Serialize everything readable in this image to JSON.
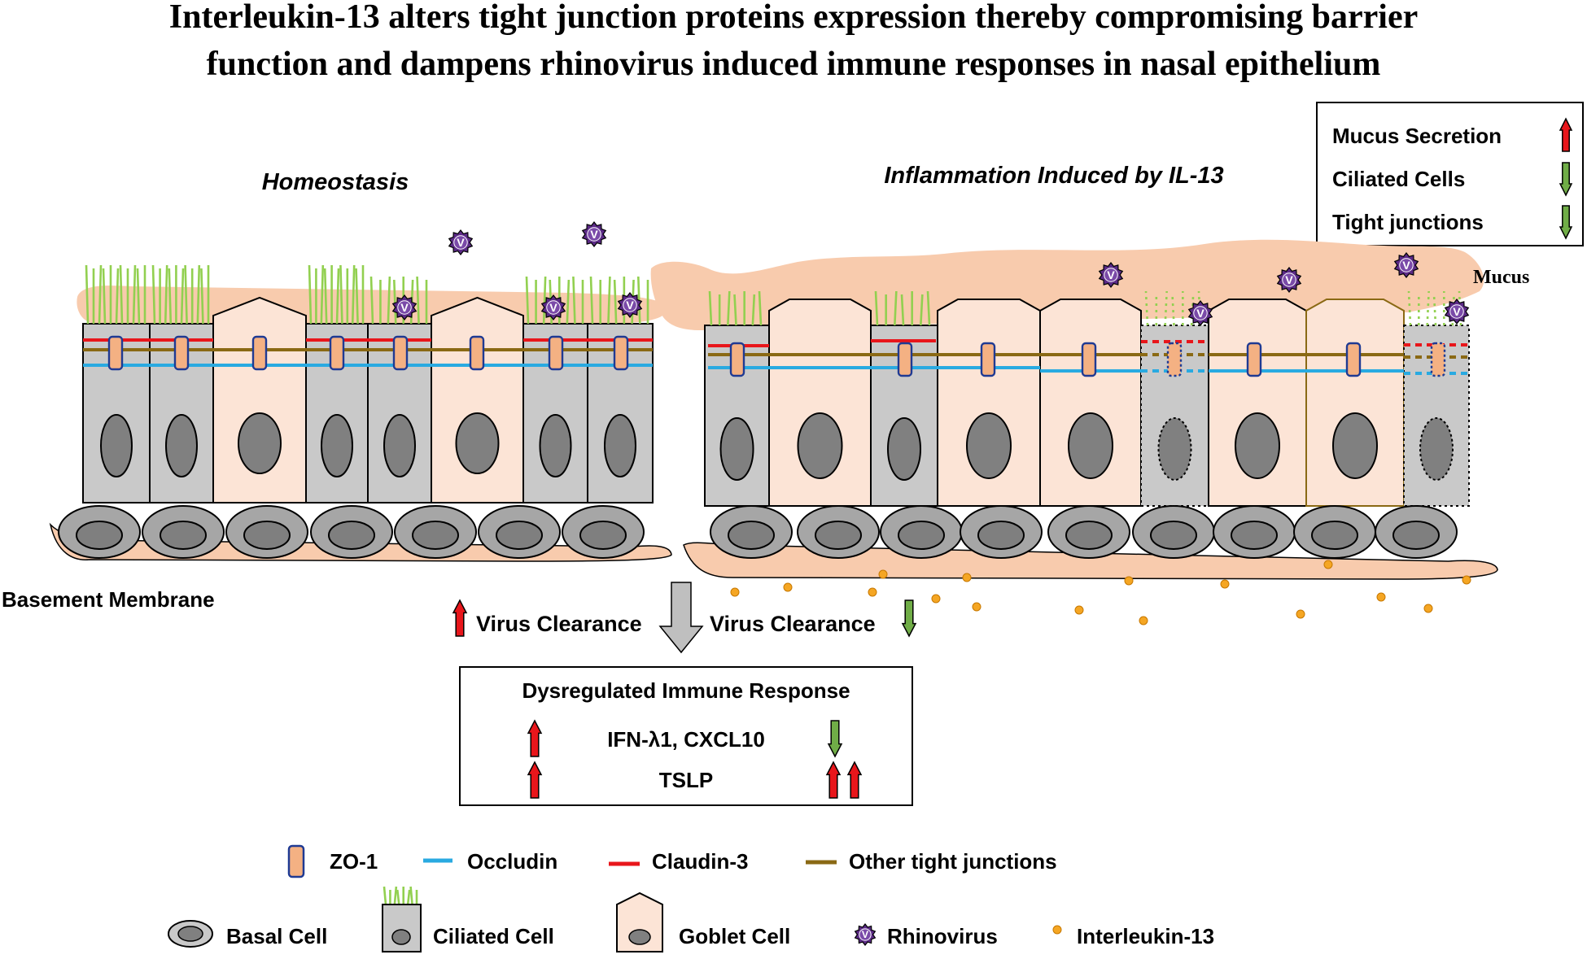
{
  "title_lines": [
    "Interleukin-13 alters tight junction proteins expression thereby compromising barrier",
    "function and dampens rhinovirus induced immune responses in nasal epithelium"
  ],
  "panels": {
    "left_label": "Homeostasis",
    "right_label": "Inflammation Induced by IL-13"
  },
  "effects_box": [
    {
      "label": "Mucus Secretion",
      "direction": "up"
    },
    {
      "label": "Ciliated Cells",
      "direction": "down"
    },
    {
      "label": "Tight junctions",
      "direction": "down"
    }
  ],
  "labels": {
    "mucus": "Mucus",
    "basement_membrane": "Basement Membrane",
    "virus_clearance_left": "Virus Clearance",
    "virus_clearance_right": "Virus Clearance",
    "virus_letter": "V"
  },
  "immune_box": {
    "title": "Dysregulated Immune Response",
    "rows": [
      {
        "label": "IFN-λ1, CXCL10",
        "left": "up",
        "right": "down"
      },
      {
        "label": "TSLP",
        "left": "up",
        "right": "double-up"
      }
    ]
  },
  "legend": {
    "row1": [
      "ZO-1",
      "Occludin",
      "Claudin-3",
      "Other tight junctions"
    ],
    "row2": [
      "Basal Cell",
      "Ciliated Cell",
      "Goblet Cell",
      "Rhinovirus",
      "Interleukin-13"
    ]
  },
  "colors": {
    "occludin": "#29aae1",
    "claudin3": "#e8161b",
    "other_tj": "#8a6914",
    "zo1": "#f4b183",
    "cilia": "#92d050",
    "goblet": "#fce4d6",
    "ciliated": "#c9c9c9",
    "mucus": "#f8cbad",
    "rhinovirus": "#5b2a86",
    "il13": "#f5a623",
    "up_arrow": "#e8161b",
    "down_arrow": "#70ad47"
  }
}
